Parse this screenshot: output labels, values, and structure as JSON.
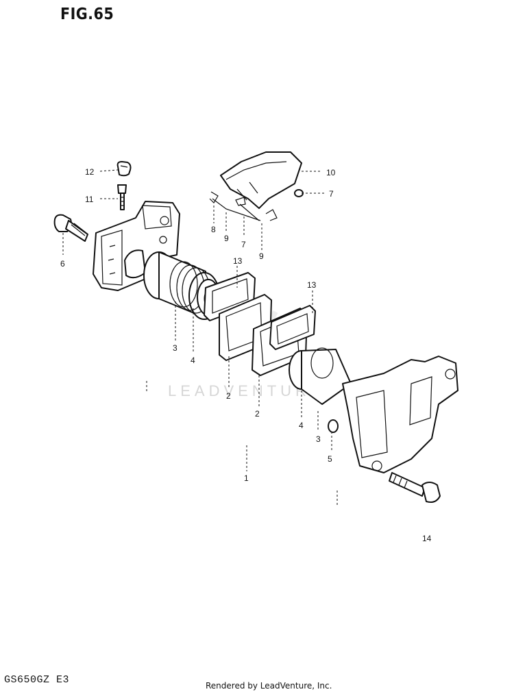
{
  "figure": {
    "title": "FIG.65",
    "model_code": "GS650GZ  E3",
    "render_credit": "Rendered by LeadVenture, Inc.",
    "watermark": "LEADVENTURE"
  },
  "callouts": [
    {
      "id": "c12",
      "label": "12"
    },
    {
      "id": "c11",
      "label": "11"
    },
    {
      "id": "c6",
      "label": "6"
    },
    {
      "id": "c10",
      "label": "10"
    },
    {
      "id": "c7a",
      "label": "7"
    },
    {
      "id": "c8",
      "label": "8"
    },
    {
      "id": "c9a",
      "label": "9"
    },
    {
      "id": "c7b",
      "label": "7"
    },
    {
      "id": "c9b",
      "label": "9"
    },
    {
      "id": "c13a",
      "label": "13"
    },
    {
      "id": "c13b",
      "label": "13"
    },
    {
      "id": "c3a",
      "label": "3"
    },
    {
      "id": "c4a",
      "label": "4"
    },
    {
      "id": "c2a",
      "label": "2"
    },
    {
      "id": "c2b",
      "label": "2"
    },
    {
      "id": "c4b",
      "label": "4"
    },
    {
      "id": "c3b",
      "label": "3"
    },
    {
      "id": "c5",
      "label": "5"
    },
    {
      "id": "c1",
      "label": "1"
    },
    {
      "id": "c14",
      "label": "14"
    }
  ],
  "colors": {
    "ink": "#111111",
    "watermark": "#d6d6d6",
    "background": "#ffffff"
  }
}
